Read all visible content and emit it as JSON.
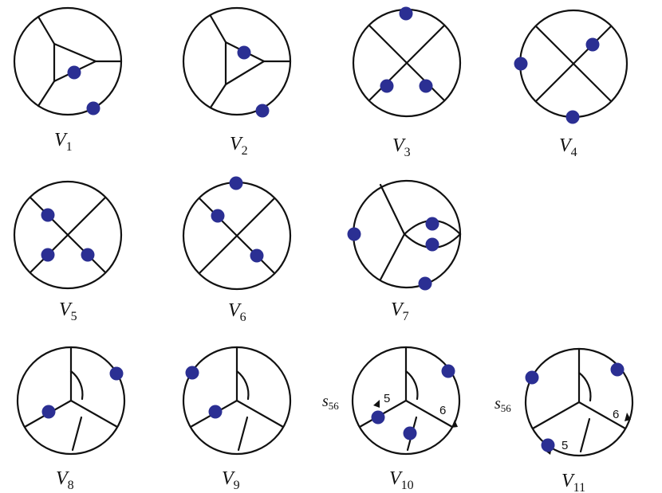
{
  "diagrams": [
    {
      "label_main": "V",
      "label_sub": "1"
    },
    {
      "label_main": "V",
      "label_sub": "2"
    },
    {
      "label_main": "V",
      "label_sub": "3"
    },
    {
      "label_main": "V",
      "label_sub": "4"
    },
    {
      "label_main": "V",
      "label_sub": "5"
    },
    {
      "label_main": "V",
      "label_sub": "6"
    },
    {
      "label_main": "V",
      "label_sub": "7"
    },
    {
      "label_main": "V",
      "label_sub": "8"
    },
    {
      "label_main": "V",
      "label_sub": "9"
    },
    {
      "label_main": "V",
      "label_sub": "10",
      "side_main": "s",
      "side_sub": "56",
      "edge_a": "5",
      "edge_b": "6"
    },
    {
      "label_main": "V",
      "label_sub": "11",
      "side_main": "s",
      "side_sub": "56",
      "edge_a": "5",
      "edge_b": "6"
    }
  ],
  "colors": {
    "dot": "#2b2f93",
    "line": "#111111",
    "background": "#ffffff"
  }
}
